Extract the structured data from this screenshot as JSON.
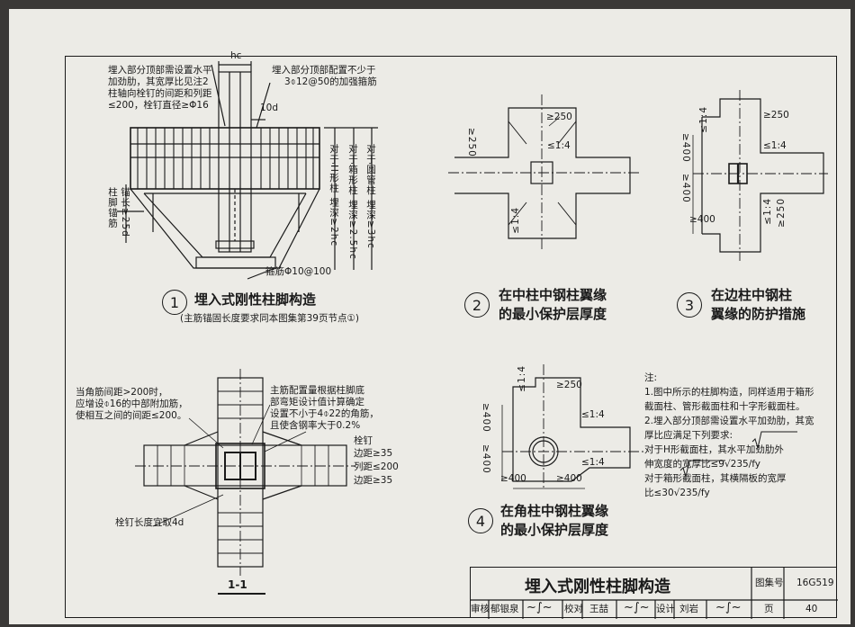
{
  "fig1": {
    "num": "1",
    "title": "埋入式刚性柱脚构造",
    "subtitle": "(主筋锚固长度要求同本图集第39页节点①)",
    "note_left": [
      "埋入部分顶部需设置水平",
      "加劲肋，其宽厚比见注2",
      "柱轴向栓钉的间距和列距",
      "≤200，栓钉直径≥Φ16"
    ],
    "note_top": [
      "埋入部分顶部配置不少于",
      "3⌽12@50的加强箍筋"
    ],
    "dim_hc": "hc",
    "dim_10d": "10d",
    "anchor_label": [
      "柱脚锚筋",
      "锚长≥25d"
    ],
    "depth_h": "对于H形柱  埋深≥2hc",
    "depth_box": "对于箱形柱  埋深≥2.5hc",
    "depth_round": "对于圆管柱  埋深≥3hc",
    "stirrup": "箍筋Φ10@100"
  },
  "fig2": {
    "num": "2",
    "title": [
      "在中柱中钢柱翼缘",
      "的最小保护层厚度"
    ],
    "dim250a": "≥250",
    "dim250b": "≥250",
    "slope_a": "≤1:4",
    "slope_b": "≤1:4"
  },
  "fig3": {
    "num": "3",
    "title": [
      "在边柱中钢柱",
      "翼缘的防护措施"
    ],
    "dim250a": "≥250",
    "dim250b": "≥250",
    "dim400a": "≥400",
    "dim400b": "≥400",
    "dim400c": "≥400",
    "slope_a": "≤1:4",
    "slope_b": "≤1:4",
    "slope_c": "≤1:4"
  },
  "fig4": {
    "num": "4",
    "title": [
      "在角柱中钢柱翼缘",
      "的最小保护层厚度"
    ],
    "dim250": "≥250",
    "dim400a": "≥400",
    "dim400b": "≥400",
    "dim400c": "≥400",
    "dim400d": "≥400",
    "slope_a": "≤1:4",
    "slope_b": "≤1:4",
    "slope_c": "≤1:4"
  },
  "section": {
    "label": "1-1",
    "note_left": [
      "当角筋间距>200时，",
      "应增设⌽16的中部附加筋，",
      "使相互之间的间距≤200。"
    ],
    "note_right": [
      "主筋配置量根据柱脚底",
      "部弯矩设计值计算确定",
      "设置不小于4⌽22的角筋，",
      "且使含钢率大于0.2%"
    ],
    "stud": "栓钉",
    "edge1": "边距≥35",
    "col_spacing": "列距≤200",
    "edge2": "边距≥35",
    "stud_len": "栓钉长度宜取4d"
  },
  "notes": {
    "head": "注:",
    "lines": [
      "1.图中所示的柱脚构造，同样适用于箱形",
      "  截面柱、管形截面柱和十字形截面柱。",
      "2.埋入部分顶部需设置水平加劲肋，其宽",
      "  厚比应满足下列要求:",
      "    对于H形截面柱，其水平加劲肋外",
      "  伸宽度的宽厚比≤9√235/fy",
      "    对于箱形截面柱，其横隔板的宽厚",
      "  比≤30√235/fy"
    ]
  },
  "title_block": {
    "title": "埋入式刚性柱脚构造",
    "atlas_label": "图集号",
    "atlas_no": "16G519",
    "review_label": "审核",
    "reviewer": "郁银泉",
    "check_label": "校对",
    "checker": "王喆",
    "design_label": "设计",
    "designer": "刘岩",
    "page_label": "页",
    "page_no": "40"
  }
}
